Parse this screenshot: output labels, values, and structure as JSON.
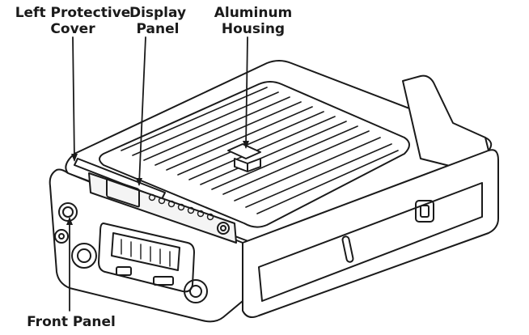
{
  "diagram": {
    "callouts": {
      "left_cover": [
        "Left Protective",
        "Cover"
      ],
      "display_panel": [
        "Display",
        "Panel"
      ],
      "aluminum_housing": [
        "Aluminum",
        "Housing"
      ],
      "front_panel": "Front Panel"
    }
  },
  "colors": {
    "stroke": "#1a1a1a",
    "background": "#ffffff",
    "panel_fill": "#f4f4f4"
  }
}
